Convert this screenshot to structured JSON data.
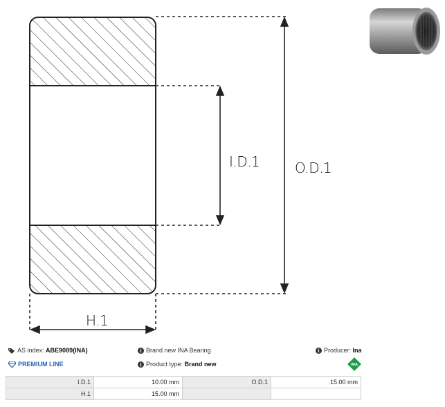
{
  "diagram": {
    "labels": {
      "id": "I.D.1",
      "od": "O.D.1",
      "h": "H.1"
    }
  },
  "product_photo": {
    "icon": "needle-bearing-photo"
  },
  "info": {
    "as_index_label": "AS index:",
    "as_index_value": "ABE9089(INA)",
    "brand_text": "Brand new INA Bearing",
    "producer_label": "Producer:",
    "producer_value": "Ina",
    "premium_line": "PREMIUM LINE",
    "product_type_label": "Product type:",
    "product_type_value": "Brand new",
    "brand_logo": "INA"
  },
  "specs": {
    "rows": [
      {
        "k1": "I.D.1",
        "v1": "10.00 mm",
        "k2": "O.D.1",
        "v2": "15.00 mm"
      },
      {
        "k1": "H.1",
        "v1": "15.00 mm",
        "k2": "",
        "v2": ""
      }
    ]
  },
  "colors": {
    "premium": "#2a62b4",
    "logo": "#1e9a4a"
  }
}
